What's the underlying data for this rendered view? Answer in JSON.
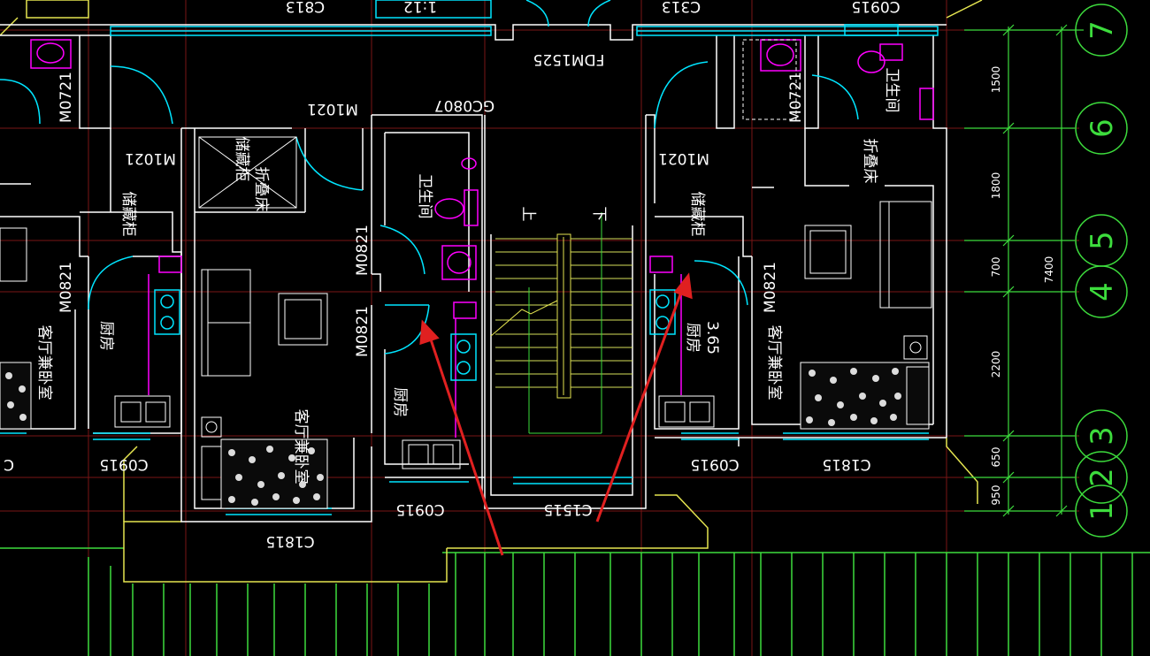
{
  "colors": {
    "background": "#000000",
    "wall": "#ffffff",
    "window": "#00e5ff",
    "door": "#00e5ff",
    "fixture": "#ff00ff",
    "grid": "#8b1a1a",
    "stair": "#e5e550",
    "dimension": "#3ddc3d",
    "annotation_arrow": "#e02020"
  },
  "labels": {
    "c813": "C813",
    "top_small": "1:12",
    "c313": "C313",
    "c0915_top": "C0915",
    "fdm1525": "FDM1525",
    "m1021_center": "M1021",
    "gc0807": "GC0807",
    "m0721_left": "M0721",
    "m1021_left": "M1021",
    "m0721_right": "M0721",
    "m1021_right": "M1021",
    "bathroom_right_top": "卫生间",
    "storage_left": "储藏柜",
    "folding_bed_left": "折叠床",
    "storage_left_outer": "储藏柜",
    "bathroom_center": "卫生间",
    "storage_right": "储藏柜",
    "folding_bed_right": "折叠床",
    "m0821_left": "M0821",
    "m0821_center_a": "M0821",
    "m0821_center_b": "M0821",
    "m0821_right": "M0821",
    "living_bedroom_left": "客厅兼卧室",
    "kitchen_left": "厨房",
    "kitchen_center": "厨房",
    "living_bedroom_center": "客厅兼卧室",
    "kitchen_right": "厨房",
    "kitchen_right_area": "3.65",
    "living_bedroom_right": "客厅兼卧室",
    "stair_up": "上",
    "stair_down": "下",
    "c0915_left": "C0915",
    "c1815_center": "C1815",
    "c0915_center": "C0915",
    "c1515": "C1515",
    "c0915_right": "C0915",
    "c1815_right": "C1815",
    "c_edge": "C"
  },
  "dimensions": {
    "d1500": "1500",
    "d1800": "1800",
    "d700": "700",
    "d7400": "7400",
    "d2200": "2200",
    "d650": "650",
    "d950": "950"
  },
  "axes": {
    "a1": "1",
    "a2": "2",
    "a3": "3",
    "a4": "4",
    "a5": "5",
    "a6": "6",
    "a7": "7"
  }
}
